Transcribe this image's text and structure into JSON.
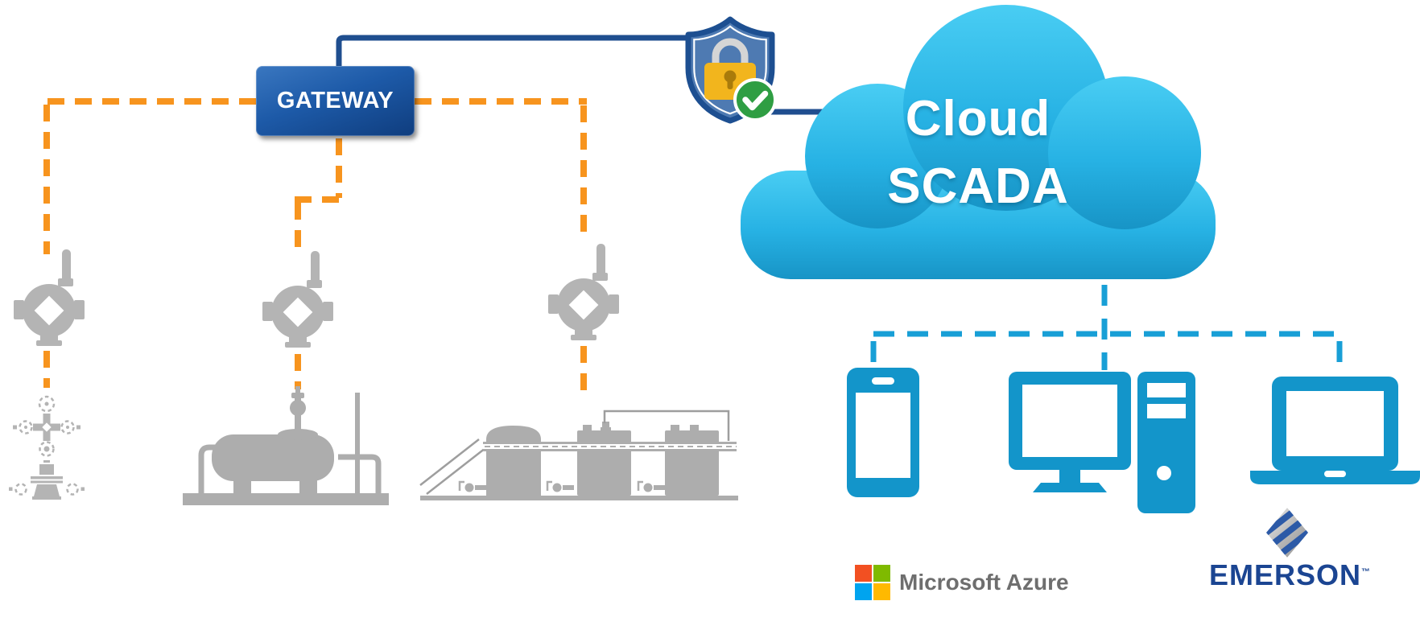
{
  "diagram": {
    "gateway": {
      "label": "GATEWAY"
    },
    "cloud": {
      "line1": "Cloud",
      "line2": "SCADA"
    },
    "security": {
      "icon": "shield-lock-verified-icon"
    },
    "field_network": {
      "link_style": "orange-dashed-wireless",
      "devices": [
        {
          "icon": "wireless-transmitter-icon",
          "equipment_icon": "wellhead-icon"
        },
        {
          "icon": "wireless-transmitter-icon",
          "equipment_icon": "storage-tank-icon"
        },
        {
          "icon": "wireless-transmitter-icon",
          "equipment_icon": "tank-battery-icon"
        }
      ]
    },
    "client_network": {
      "link_style": "cyan-dashed",
      "devices": [
        "smartphone-icon",
        "desktop-computer-icon",
        "laptop-icon"
      ]
    },
    "logos": {
      "microsoft": {
        "text": "Microsoft Azure",
        "icon": "microsoft-four-squares-icon"
      },
      "emerson": {
        "text": "EMERSON",
        "trademark": "™",
        "icon": "emerson-diamond-emblem-icon"
      }
    },
    "colors": {
      "orange_link": "#F7941E",
      "cyan_link": "#189FD6",
      "dark_blue_link": "#1F4E8F",
      "gateway_blue": "#1d5aa8",
      "cloud_cyan": "#27B2E4",
      "device_cyan": "#1395CA",
      "equipment_gray": "#B4B4B4",
      "shield_fill": "#4E7AB2",
      "shield_border": "#1D4F91",
      "check_green": "#2F9E43",
      "lock_gold": "#F2B51D",
      "microsoft_red": "#F25022",
      "microsoft_green": "#7FBA00",
      "microsoft_blue": "#00A4EF",
      "microsoft_yellow": "#FFB900",
      "microsoft_text_gray": "#6E6E6E",
      "emerson_blue": "#1B4592"
    }
  }
}
